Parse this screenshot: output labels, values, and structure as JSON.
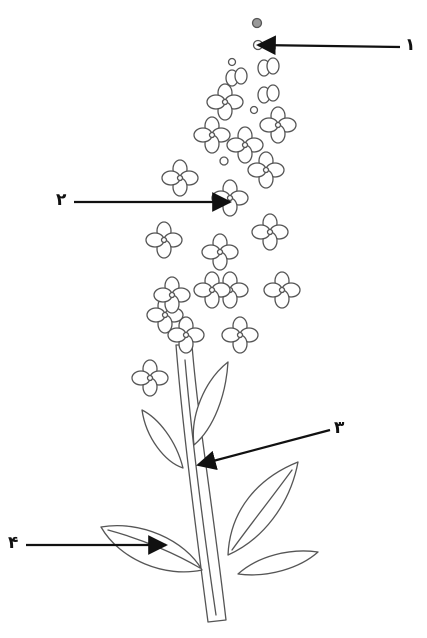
{
  "labels": [
    {
      "id": "1",
      "text": "۱"
    },
    {
      "id": "2",
      "text": "۲"
    },
    {
      "id": "3",
      "text": "۳"
    },
    {
      "id": "4",
      "text": "۴"
    }
  ],
  "colors": {
    "ink": "#555555",
    "arrow": "#111111",
    "paper": "#ffffff"
  }
}
